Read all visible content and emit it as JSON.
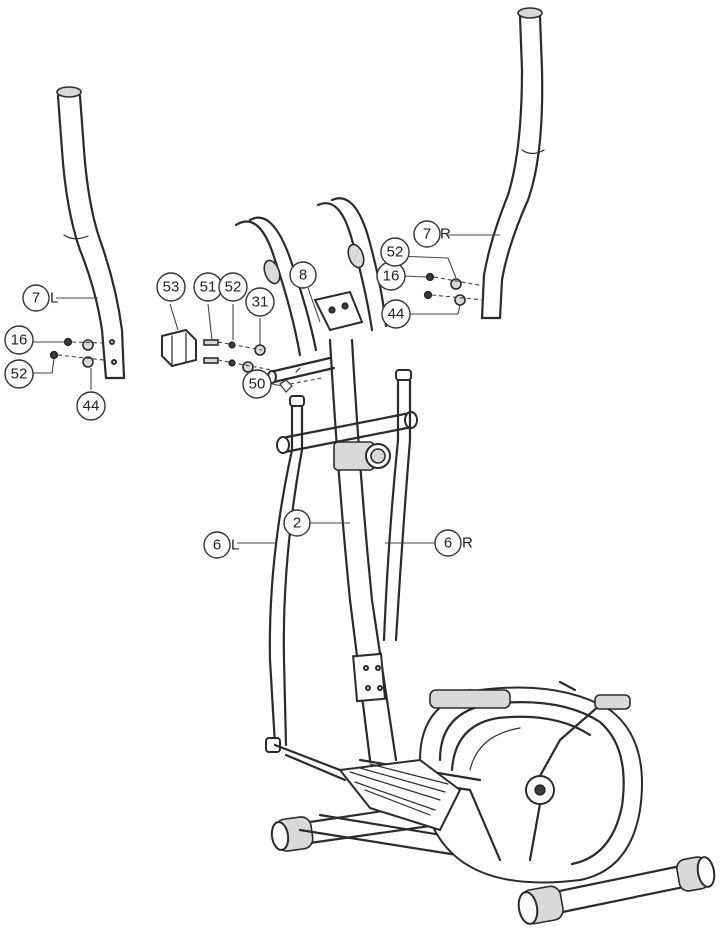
{
  "callouts": {
    "c7L": {
      "num": "7",
      "side": "L"
    },
    "c7R": {
      "num": "7",
      "side": "R"
    },
    "c6L": {
      "num": "6",
      "side": "L"
    },
    "c6R": {
      "num": "6",
      "side": "R"
    },
    "c2": {
      "num": "2"
    },
    "c8": {
      "num": "8"
    },
    "c16L": {
      "num": "16"
    },
    "c52L": {
      "num": "52"
    },
    "c44L": {
      "num": "44"
    },
    "c16R": {
      "num": "16"
    },
    "c52R": {
      "num": "52"
    },
    "c44R": {
      "num": "44"
    },
    "c53": {
      "num": "53"
    },
    "c51": {
      "num": "51"
    },
    "c52M": {
      "num": "52"
    },
    "c31": {
      "num": "31"
    },
    "c50": {
      "num": "50"
    }
  }
}
